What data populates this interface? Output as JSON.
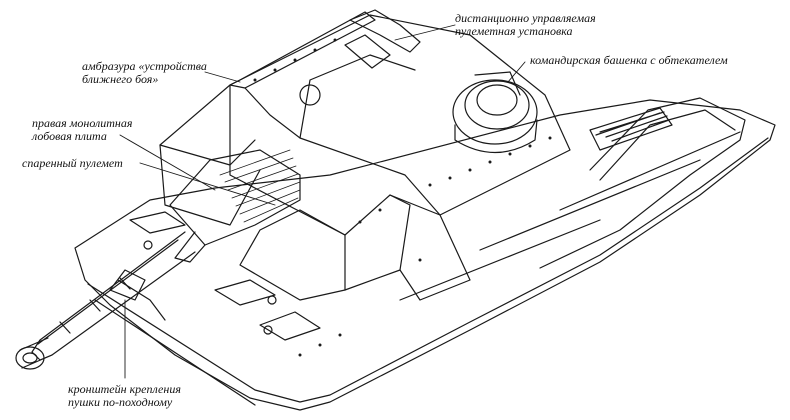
{
  "labels": {
    "remote_mg": [
      "дистанционно управляемая",
      "пулеметная установка"
    ],
    "embrasure": [
      "амбразура «устройства",
      "ближнего боя»"
    ],
    "commander_cupola": [
      "командирская башенка с обтекателем"
    ],
    "front_plate": [
      "правая монолитная",
      "лобовая плита"
    ],
    "coax_mg": [
      "спаренный пулемет"
    ],
    "travel_lock": [
      "кронштейн крепления",
      "пушки по-походному"
    ]
  },
  "colors": {
    "ink": "#1a1a1a",
    "paper": "#ffffff"
  }
}
